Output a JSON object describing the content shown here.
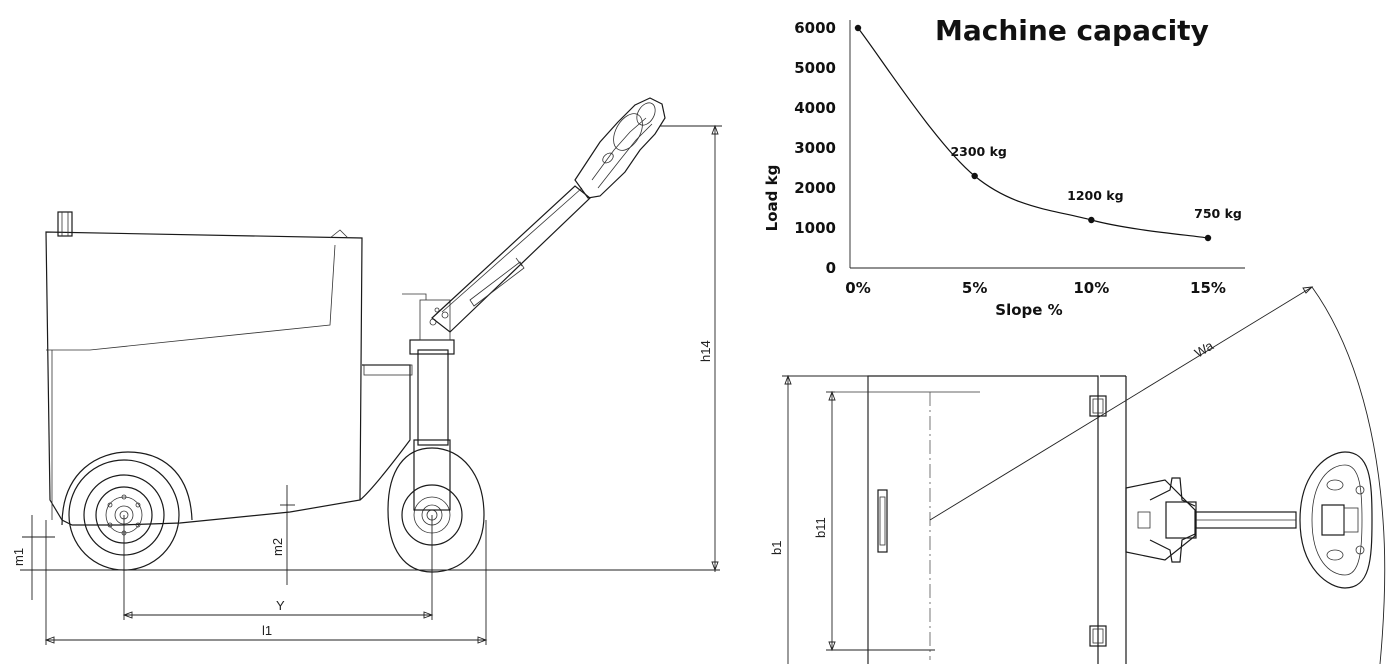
{
  "side_view": {
    "dimensions": {
      "m1": "m1",
      "m2": "m2",
      "Y": "Y",
      "l1": "l1",
      "h14": "h14"
    }
  },
  "top_view": {
    "dimensions": {
      "b1": "b1",
      "b11": "b11",
      "Wa": "Wa"
    }
  },
  "chart_data": {
    "type": "line",
    "title": "Machine capacity",
    "xlabel": "Slope %",
    "ylabel": "Load kg",
    "x": [
      0,
      5,
      10,
      15
    ],
    "x_tick_labels": [
      "0%",
      "5%",
      "10%",
      "15%"
    ],
    "y_ticks": [
      0,
      1000,
      2000,
      3000,
      4000,
      5000,
      6000
    ],
    "ylim": [
      0,
      6000
    ],
    "xlim": [
      0,
      15
    ],
    "series": [
      {
        "values": [
          6000,
          2300,
          1200,
          750
        ],
        "point_labels": [
          "",
          "2300 kg",
          "1200 kg",
          "750 kg"
        ]
      }
    ],
    "grid": false,
    "line_color": "#111111"
  }
}
